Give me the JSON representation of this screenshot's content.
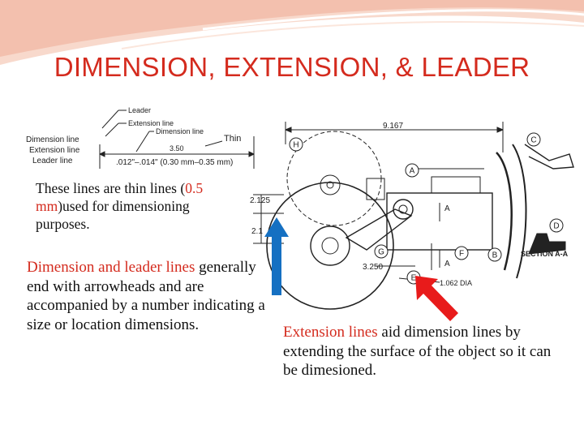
{
  "slide": {
    "title": "DIMENSION, EXTENSION, & LEADER",
    "colors": {
      "accent": "#d42b1e",
      "blue_arrow": "#1570c2",
      "red_arrow": "#e81b1b",
      "swoosh": "#f5c7b7"
    }
  },
  "thin_lines": {
    "pre": "These lines are thin lines (",
    "value": "0.5 mm",
    "post": ")used for dimensioning purposes."
  },
  "dimension_leader": {
    "highlight": "Dimension and leader lines",
    "rest": " generally end with arrowheads and are accompanied by a number indicating a size or location dimensions."
  },
  "extension": {
    "highlight": "Extension lines",
    "rest": " aid dimension lines by extending the surface of the object so it can be dimesioned."
  },
  "line_figure": {
    "leader": "Leader",
    "extension_line": "Extension line",
    "dimension_line": "Dimension line",
    "thin": "Thin",
    "value": "3.50",
    "range": ".012\"–.014\" (0.30 mm–0.35 mm)",
    "legend_dimension": "Dimension line",
    "legend_extension": "Extension line",
    "legend_leader": "Leader line"
  },
  "mechanism": {
    "dim_top": "9.167",
    "dim_left": "2.125",
    "dim_left_2": "2.1",
    "dim_bottom": "3.250",
    "dia": "1.062 DIA",
    "labels": [
      "H",
      "A",
      "C",
      "D",
      "F",
      "B",
      "G",
      "E"
    ],
    "section_marker": "A",
    "section_label": "SECTION A-A"
  }
}
